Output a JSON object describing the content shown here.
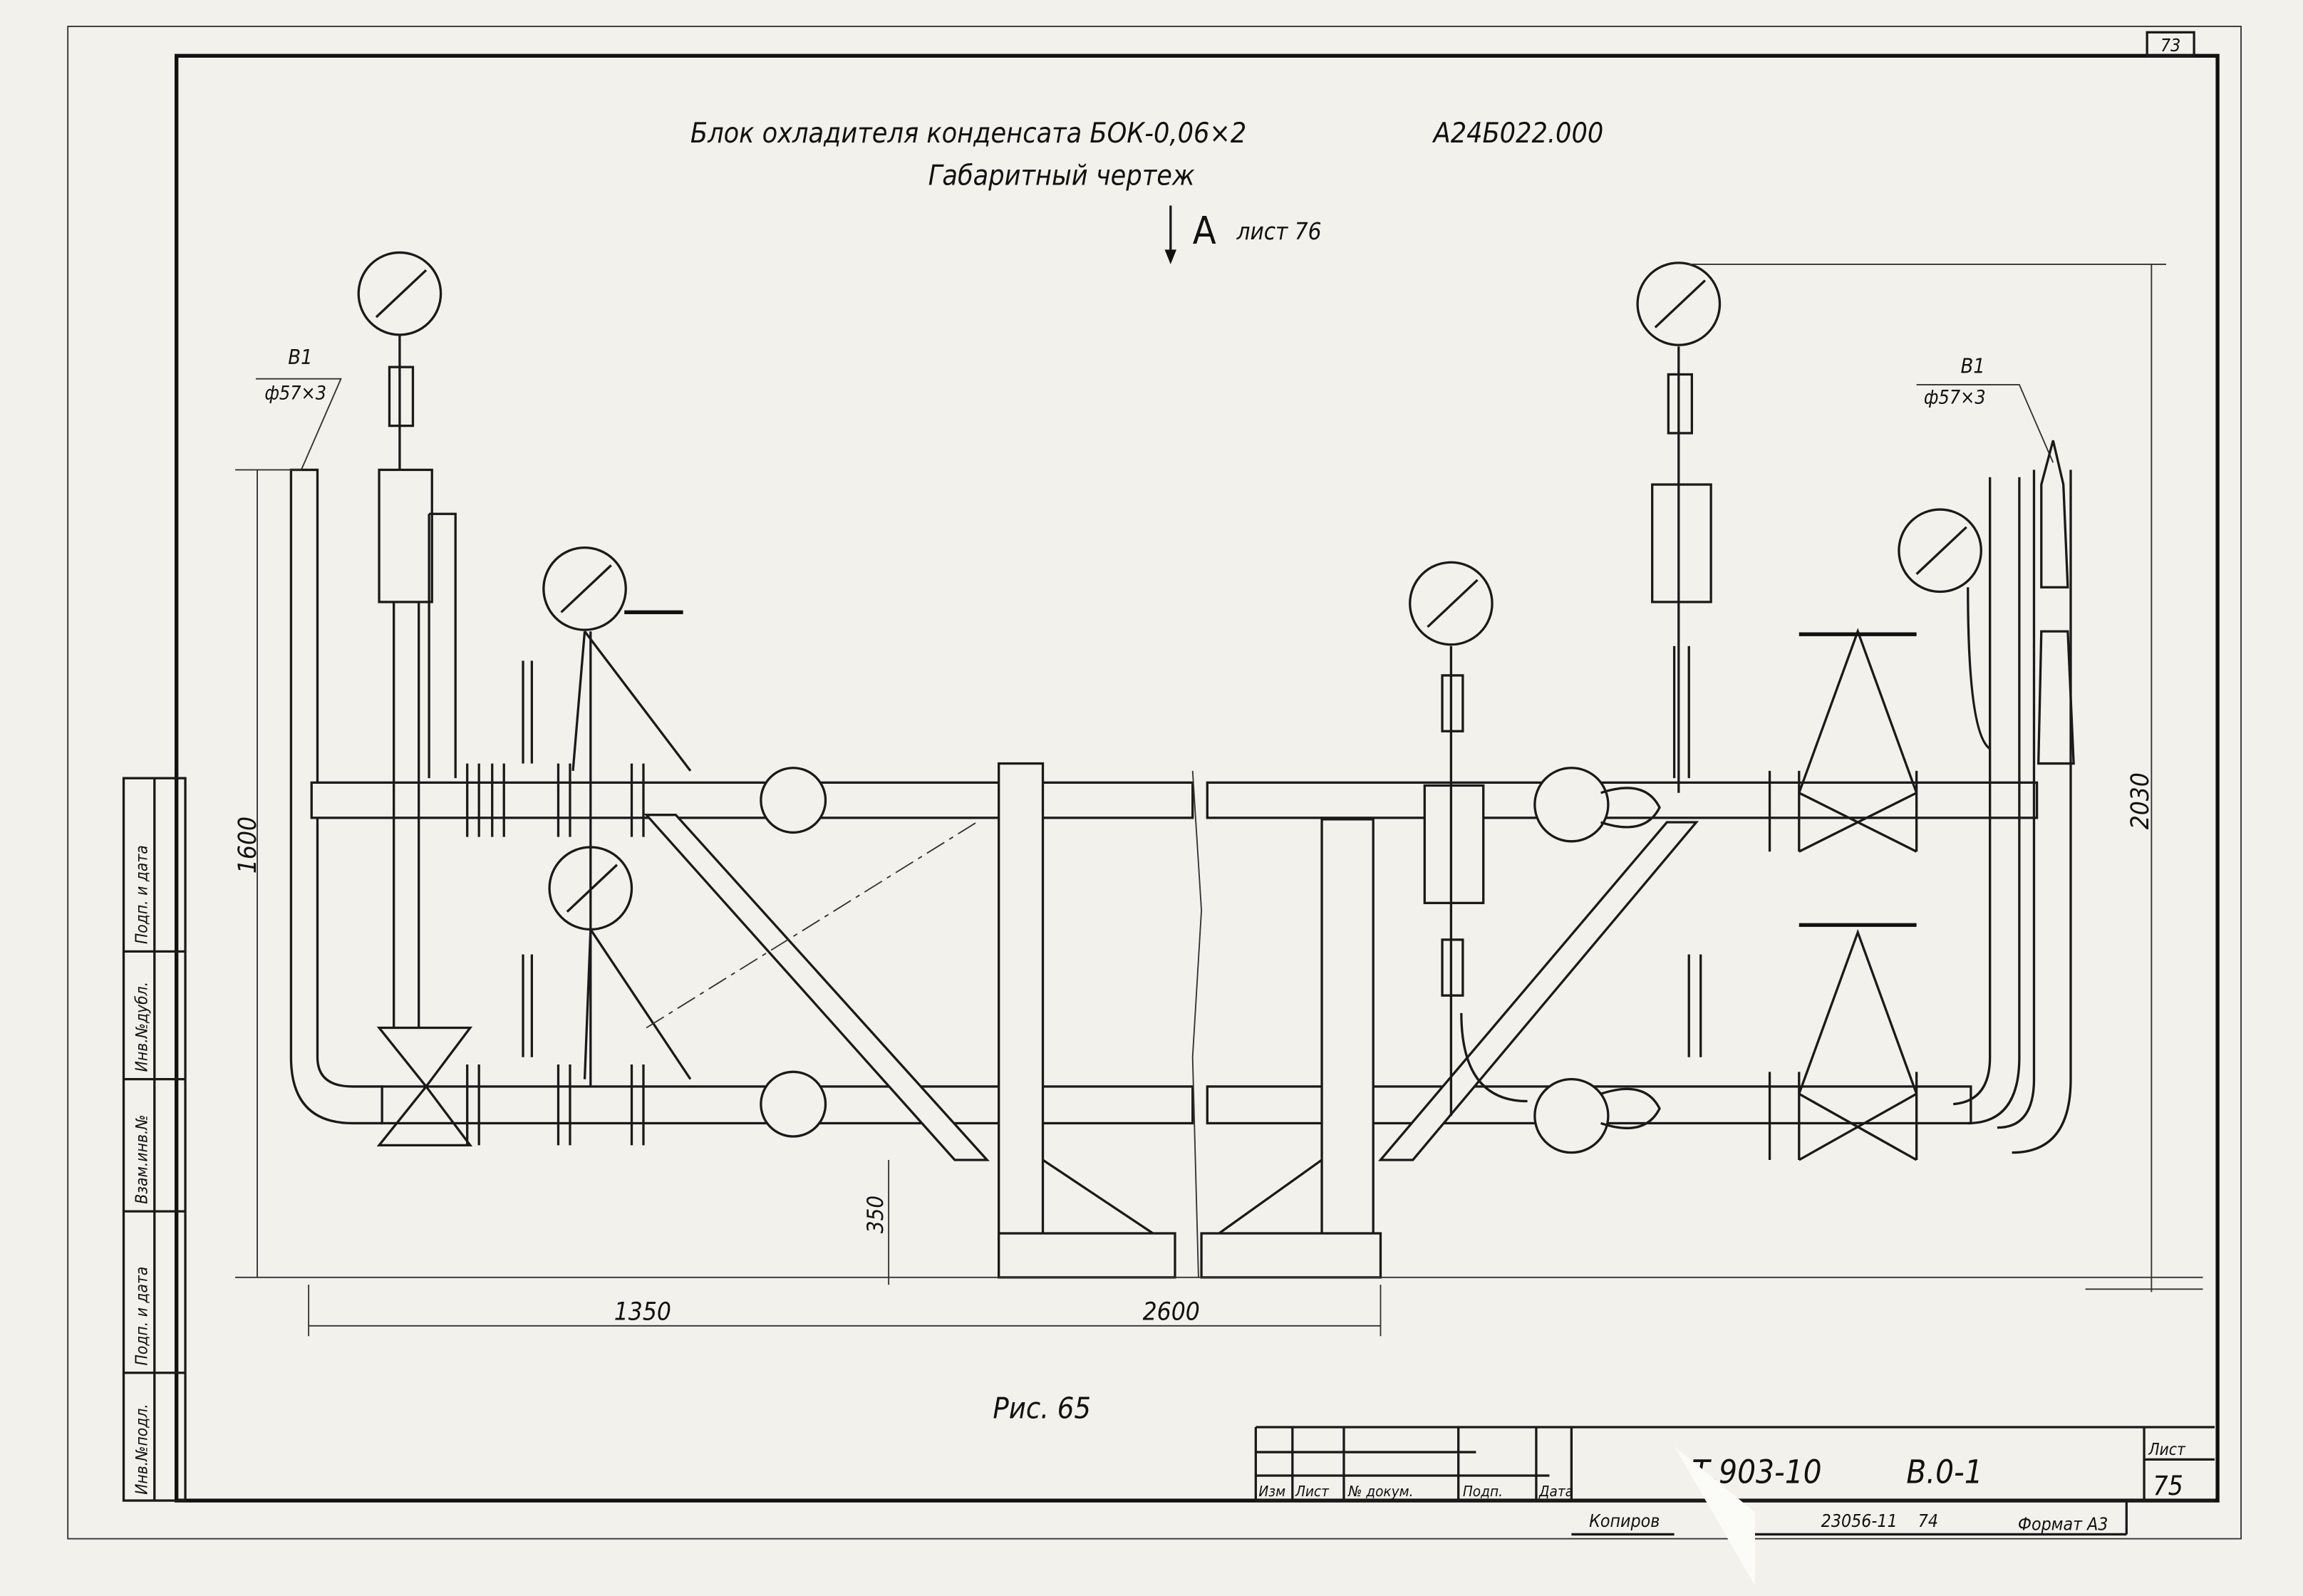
{
  "sheet_corner_number": "73",
  "title": {
    "line1": "Блок охладителя конденсата БОК-0,06×2",
    "code": "А24Б022.000",
    "line2": "Габаритный чертеж",
    "view_letter": "А",
    "view_ref": "лист 76"
  },
  "callouts": [
    {
      "label": "В1",
      "size": "ф57×3"
    },
    {
      "label": "В1",
      "size": "ф57×3"
    }
  ],
  "dimensions": {
    "left_height": "1600",
    "support_height": "350",
    "width_left": "1350",
    "width_right": "2600",
    "right_height": "2030"
  },
  "figure_caption": "Рис. 65",
  "side_stamp": [
    "Инв.№подл.",
    "Подп. и дата",
    "Взам.инв.№",
    "Инв.№дубл.",
    "Подп. и дата"
  ],
  "title_block": {
    "columns": [
      "Изм",
      "Лист",
      "№ докум.",
      "Подп.",
      "Дата"
    ],
    "designation": "Т.903-10",
    "album": "В.0-1",
    "sheet_label": "Лист",
    "sheet_number": "75",
    "copied_label": "Копиров",
    "order": "23056-11",
    "year": "74",
    "format_label": "Формат А3"
  }
}
